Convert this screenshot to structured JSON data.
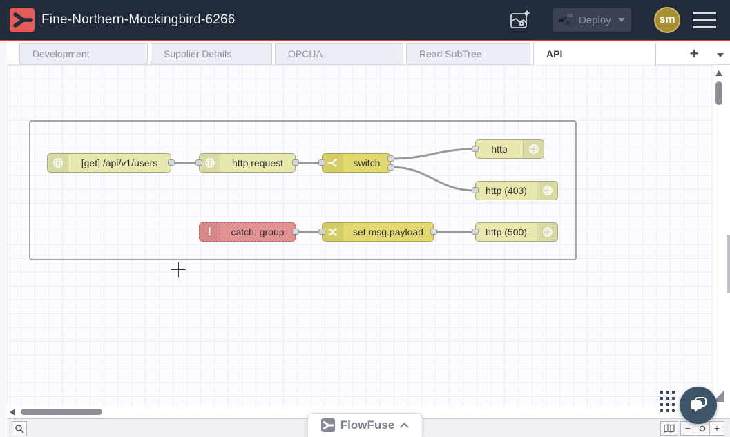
{
  "header": {
    "title": "Fine-Northern-Mockingbird-6266",
    "deploy": {
      "label": "Deploy",
      "state": "disabled"
    },
    "avatar": {
      "initials": "sm"
    },
    "icons": {
      "logo": "flowfuse-fork-icon",
      "ai_assistant": "flow-sparkle-icon",
      "menu": "hamburger-icon"
    }
  },
  "tabs": {
    "items": [
      {
        "label": "Development",
        "active": false
      },
      {
        "label": "Supplier Details",
        "active": false
      },
      {
        "label": "OPCUA",
        "active": false
      },
      {
        "label": "Read SubTree",
        "active": false
      },
      {
        "label": "API",
        "active": true
      }
    ],
    "add_button": "+",
    "overflow_icon": "chevron-down"
  },
  "flow": {
    "nodes": [
      {
        "label": "[get] /api/v1/users",
        "type": "http in",
        "icon": "globe",
        "color": "#e7e7ae"
      },
      {
        "label": "http request",
        "type": "http request",
        "icon": "globe",
        "color": "#e7e7ae"
      },
      {
        "label": "switch",
        "type": "switch",
        "icon": "fork",
        "color": "#e2d96e"
      },
      {
        "label": "http",
        "type": "http response",
        "icon": "globe",
        "color": "#e7e7ae"
      },
      {
        "label": "http (403)",
        "type": "http response",
        "icon": "globe",
        "color": "#e7e7ae"
      },
      {
        "label": "catch: group",
        "type": "catch",
        "icon_glyph": "!",
        "color": "#e49191"
      },
      {
        "label": "set msg.payload",
        "type": "change",
        "icon": "shuffle",
        "color": "#e2d96e"
      },
      {
        "label": "http (500)",
        "type": "http response",
        "icon": "globe",
        "color": "#e7e7ae"
      }
    ],
    "wire_color": "#999999",
    "group_border_color": "#a5a5af"
  },
  "footer": {
    "brand": {
      "label": "FlowFuse",
      "collapse_icon": "chevron-up"
    },
    "search_icon": "magnifier",
    "minimap_icon": "map",
    "zoom_controls": {
      "zoom_out_label": "−",
      "zoom_in_label": "+",
      "reset_icon": "circle"
    }
  },
  "colors": {
    "header_bg": "#222b3a",
    "accent_red": "#e03a3a",
    "logo_red": "#e25c5c",
    "node_http": "#e7e7ae",
    "node_yellow": "#e2d96e",
    "node_catch": "#e49191",
    "wire": "#999999",
    "chat_bubble_bg": "#3d5469",
    "avatar_bg": "#a88f35",
    "tab_inactive_bg": "#eceef6"
  }
}
